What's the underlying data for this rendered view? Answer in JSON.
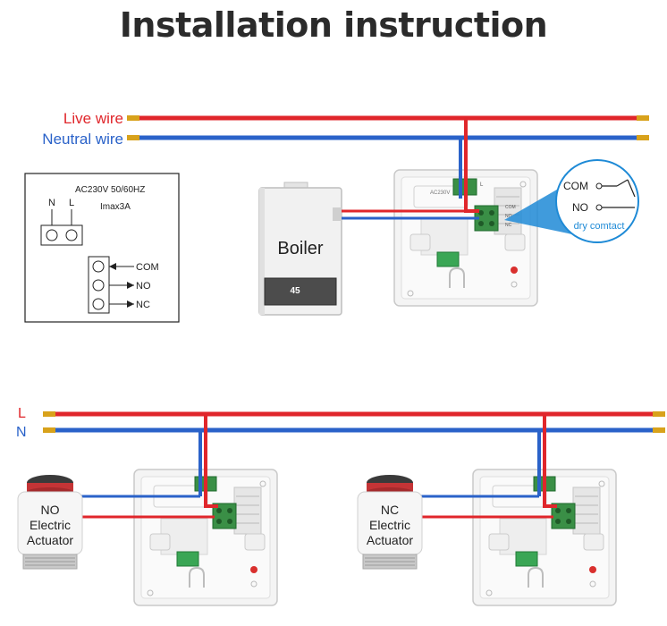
{
  "title": "Installation instruction",
  "colors": {
    "live": "#e0262b",
    "neutral": "#2a62c9",
    "title": "#2b2b2b",
    "terminal": "#2e8b3a",
    "accent_blue": "#1e8ad6"
  },
  "top": {
    "live_label": "Live wire",
    "neutral_label": "Neutral wire",
    "boiler_label": "Boiler",
    "boiler_display": "45",
    "thermostat_voltage": "AC230V",
    "terminal_n": "N",
    "terminal_l": "L",
    "terminal_com": "COM",
    "terminal_no": "NO",
    "terminal_nc": "NC",
    "callout_com": "COM",
    "callout_no": "NO",
    "callout_caption": "dry comtact"
  },
  "schematic": {
    "rating_voltage": "AC230V 50/60HZ",
    "rating_current": "Imax3A",
    "label_n": "N",
    "label_l": "L",
    "label_com": "COM",
    "label_no": "NO",
    "label_nc": "NC"
  },
  "bottom": {
    "line_l": "L",
    "line_n": "N",
    "left_actuator": [
      "NO",
      "Electric",
      "Actuator"
    ],
    "right_actuator": [
      "NC",
      "Electric",
      "Actuator"
    ]
  }
}
